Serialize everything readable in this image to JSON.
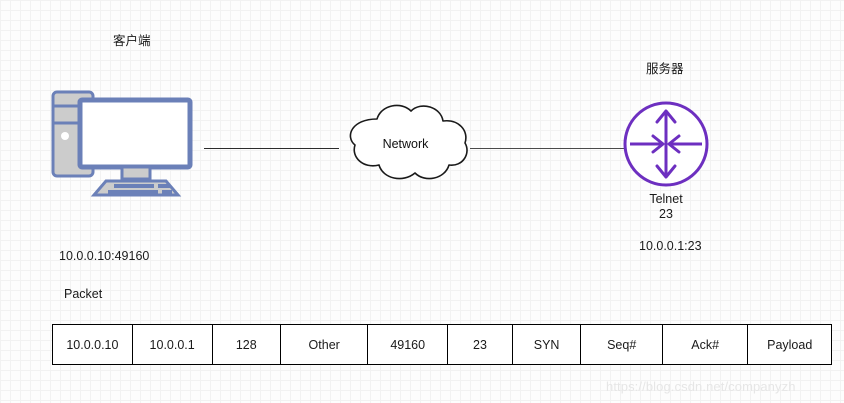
{
  "diagram": {
    "client": {
      "title": "客户端",
      "icon": "desktop-computer-icon",
      "address": "10.0.0.10:49160"
    },
    "network": {
      "label": "Network",
      "icon": "cloud-icon"
    },
    "server": {
      "title": "服务器",
      "icon": "router-icon",
      "service": "Telnet",
      "port": "23",
      "address": "10.0.0.1:23"
    },
    "packet": {
      "label": "Packet",
      "headers": [
        "10.0.0.10",
        "10.0.0.1",
        "128",
        "Other",
        "49160",
        "23",
        "SYN",
        "Seq#",
        "Ack#",
        "Payload"
      ]
    },
    "watermark": "https://blog.csdn.net/companyzh",
    "colors": {
      "pc_border": "#6b80b8",
      "pc_fill": "#cccccc",
      "pc_screen": "#ffffff",
      "router_purple": "#6d2fc0",
      "wire": "#2b2b2b",
      "cloud_stroke": "#1a1a1a",
      "grid_minor": "#f2f2f2",
      "grid_major": "#e2e2e2",
      "watermark": "#e6e6e6"
    }
  }
}
